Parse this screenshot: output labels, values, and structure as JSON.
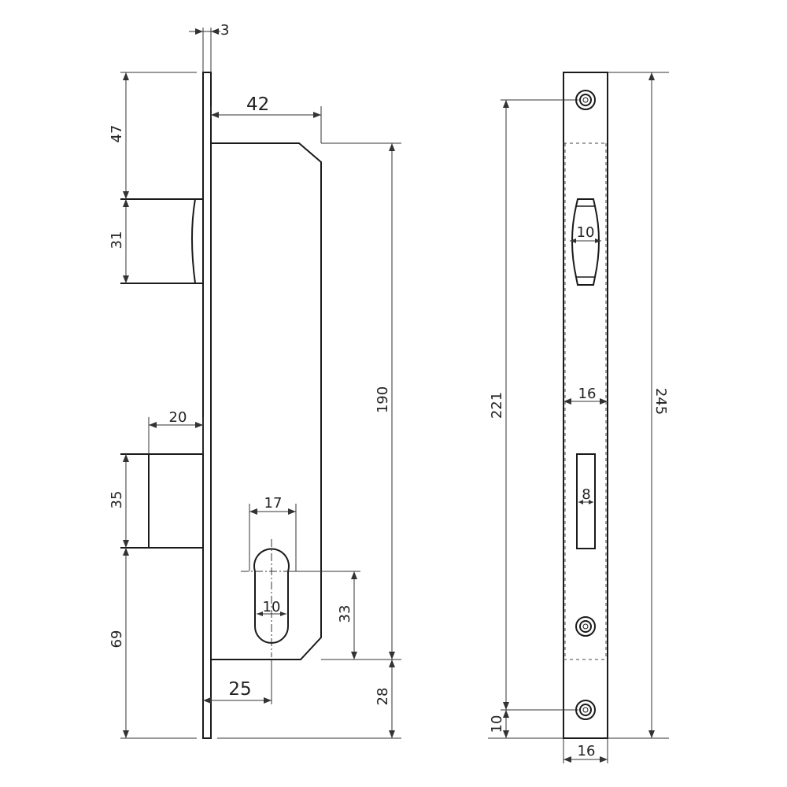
{
  "dimensions": {
    "faceplate_thickness": "3",
    "case_depth": "42",
    "latch_offset": "47",
    "latch_height": "31",
    "bolt_throw": "20",
    "bolt_height": "35",
    "bolt_offset_bottom": "69",
    "case_height": "190",
    "cylinder_width": "17",
    "cylinder_slot_width": "10",
    "cylinder_height": "33",
    "backset": "25",
    "case_bottom_offset": "28",
    "screw_spacing": "221",
    "faceplate_length": "245",
    "latch_opening_width": "10",
    "faceplate_inner_width": "16",
    "bolt_opening_width": "8",
    "screw_edge_offset": "10",
    "faceplate_width": "16"
  }
}
